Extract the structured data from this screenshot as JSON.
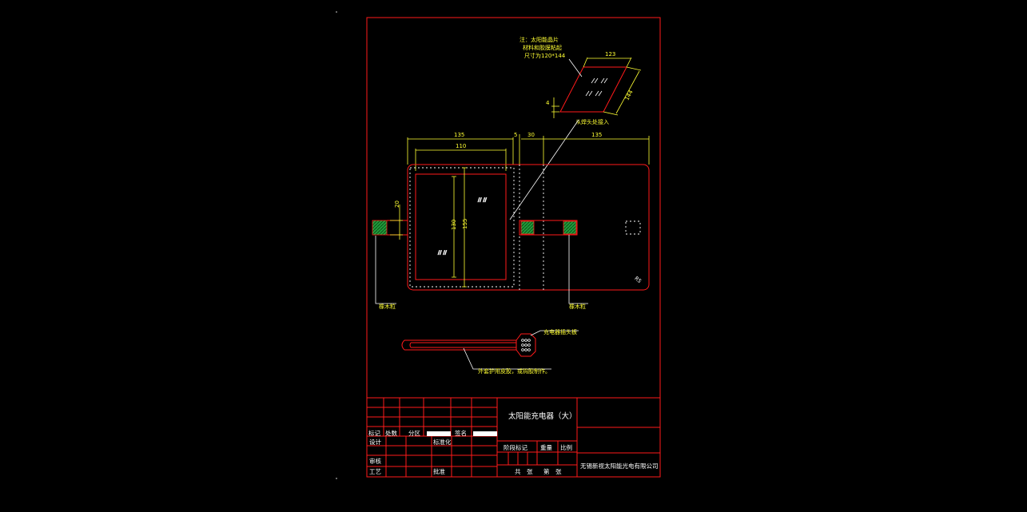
{
  "colors": {
    "background": "#000000",
    "frame": "#ff1a1a",
    "dimension": "#ffff33",
    "outline": "#ffffff",
    "hatch": "#1f9e3a"
  },
  "annotations": {
    "note_lines": [
      "注：太阳能晶片",
      "材料和胶膜粘起",
      "尺寸为120*144"
    ],
    "panel_label": "从焊头处接入",
    "left_clip_label": "橡木粒",
    "right_clip_label": "橡木粒",
    "connector_label": "充电器插头板",
    "cable_label": "外套护用皮胶，或钩胶制作。",
    "glass_mark_1": "// //",
    "glass_mark_2": "// //",
    "glass_mark_3": "// //",
    "corner_mark": "R5"
  },
  "dimensions": {
    "panel_width": "123",
    "panel_height": "144",
    "panel_thickness": "4",
    "left_width": "135",
    "window_width": "110",
    "hinge_gap": "5",
    "spine_width": "30",
    "right_width": "135",
    "clip_height": "20",
    "window_height": "130",
    "inner_height": "155"
  },
  "title_block": {
    "title": "太阳能充电器（大）",
    "row_labels": [
      "标记",
      "处数",
      "分区",
      "签名"
    ],
    "design": "设计",
    "standardize": "标准化",
    "review": "审核",
    "craft": "工艺",
    "approve": "批准",
    "stage_label": "阶段标记",
    "weight": "重量",
    "scale": "比例",
    "sheets_total": "共　张",
    "sheet_no": "第　张",
    "company": "无锡新视太阳能光电有限公司"
  }
}
